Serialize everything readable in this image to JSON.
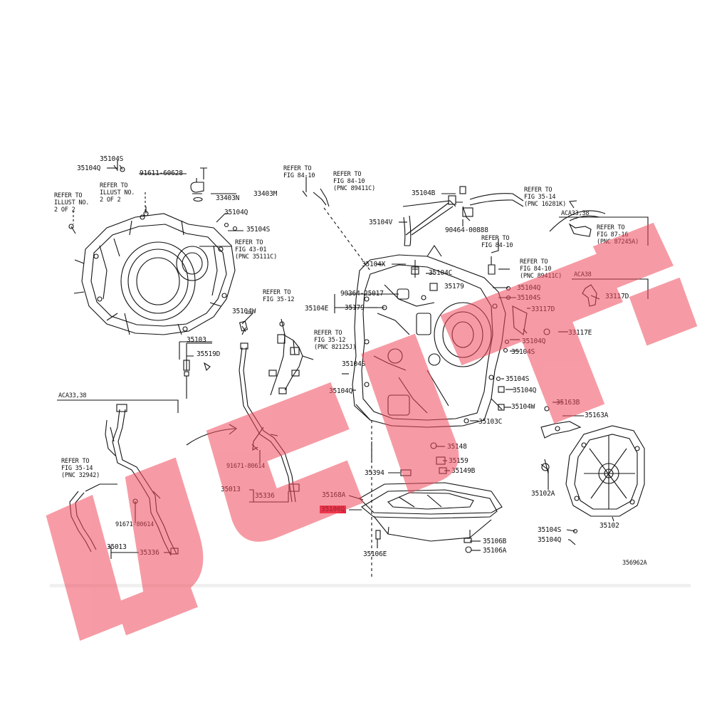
{
  "diagram": {
    "figure_code": "356962A",
    "header_fine_print": "",
    "parts": {
      "p35104S_a": "35104S",
      "p35104Q_a": "35104Q",
      "p91611": "91611-60628",
      "p33403N": "33403N",
      "p33403M": "33403M",
      "p35104Q_b": "35104Q",
      "p35104S_b": "35104S",
      "p35104W_a": "35104W",
      "p35103": "35103",
      "p35519D": "35519D",
      "p35104V": "35104V",
      "p35104B": "35104B",
      "p90464": "90464-00888",
      "p35104X": "35104X",
      "p35104C": "35104C",
      "p90364": "90364-25017",
      "p35179_a": "35179",
      "p35104E": "35104E",
      "p35179_b": "35179",
      "p35104Q_c": "35104Q",
      "p35104S_c": "35104S",
      "p33117D_a": "33117D",
      "p33117D_b": "33117D",
      "p33117E": "33117E",
      "p35104Q_d": "35104Q",
      "p35104S_d": "35104S",
      "p35104S_e": "35104S",
      "p35104S_f": "35104S",
      "p35104Q_e": "35104Q",
      "p35104Q_f": "35104Q",
      "p35104W_b": "35104W",
      "p35103C": "35103C",
      "p35163B": "35163B",
      "p35163A": "35163A",
      "p35148": "35148",
      "p35159": "35159",
      "p35149B": "35149B",
      "p35394": "35394",
      "p35168A": "35168A",
      "p35106D": "35106D",
      "p35106B": "35106B",
      "p35106A": "35106A",
      "p35106E": "35106E",
      "p35102A": "35102A",
      "p35102": "35102",
      "p35104S_g": "35104S",
      "p35104Q_g": "35104Q",
      "p91671_a": "91671-80614",
      "p35013_a": "35013",
      "p35336_a": "35336",
      "p91671_b": "91671-80614",
      "p35013_b": "35013",
      "p35336_b": "35336"
    },
    "refs": {
      "r1": "REFER TO\nILLUST NO.\n2 OF 2",
      "r2": "REFER TO\nILLUST NO.\n2 OF 2",
      "r3": "REFER TO\nFIG 84-10",
      "r4": "REFER TO\nFIG 84-10\n(PNC 89411C)",
      "r5": "REFER TO\nFIG 35-14\n(PNC 16281K)",
      "r6": "REFER TO\nFIG 87-16\n(PNC 87245A)",
      "r7": "REFER TO\nFIG 43-01\n(PNC 35111C)",
      "r8": "REFER TO\nFIG 84-10",
      "r9": "REFER TO\nFIG 84-10\n(PNC 89411C)",
      "r10": "REFER TO\nFIG 35-12",
      "r11": "REFER TO\nFIG 35-12\n(PNC 82125J)",
      "r12": "REFER TO\nFIG 35-14\n(PNC 32942)"
    },
    "variant_labels": {
      "aca_top": "ACA33,38",
      "aca38": "ACA38",
      "aca_left": "ACA33,38"
    },
    "colors": {
      "highlight": "#e8243c",
      "watermark": "#f04a5c",
      "line": "#111111"
    }
  }
}
